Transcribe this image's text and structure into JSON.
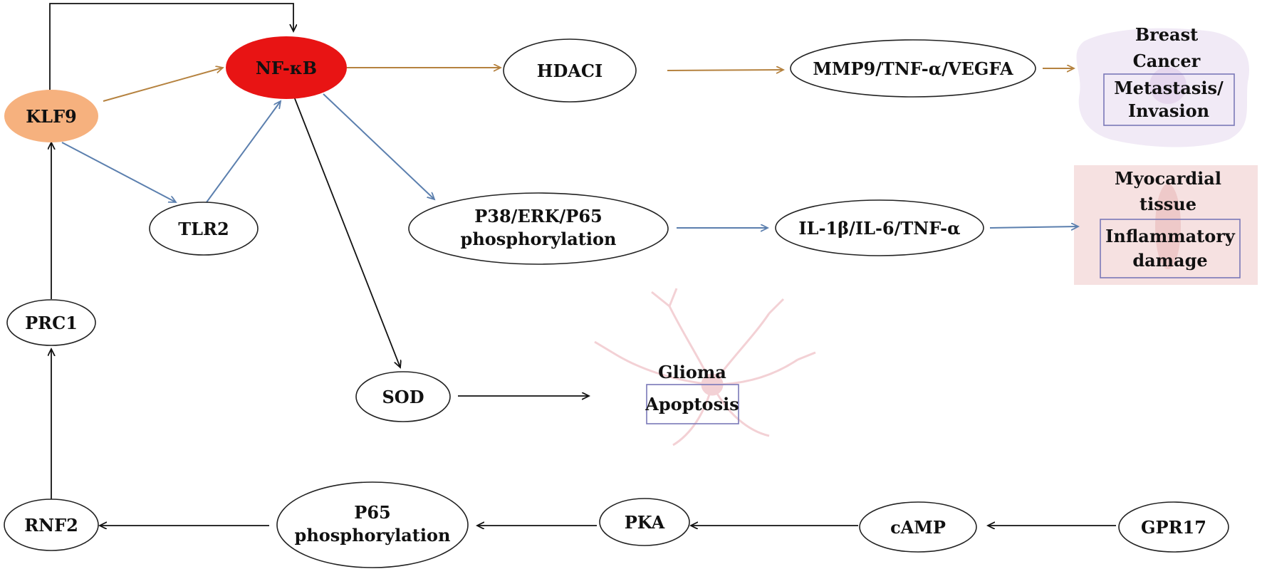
{
  "colors": {
    "brown_arrow": "#b5823f",
    "blue_arrow": "#5b7fae",
    "black_arrow": "#111111",
    "nfkb_fill": "#e81414",
    "klf9_fill": "#f6b17e",
    "outcome_box": "#7a78b8",
    "breast_bg": "#efe6f4",
    "myocardial_bg": "#f4dcdc",
    "glioma_cell": "#f2c9ce"
  },
  "nodes": {
    "klf9": "KLF9",
    "nfkb": "NF-κB",
    "hdaci": "HDACI",
    "mmp9": "MMP9/TNF-α/VEGFA",
    "tlr2": "TLR2",
    "p38_line1": "P38/ERK/P65",
    "p38_line2": "phosphorylation",
    "il": "IL-1β/IL-6/TNF-α",
    "prc1": "PRC1",
    "sod": "SOD",
    "rnf2": "RNF2",
    "p65_line1": "P65",
    "p65_line2": "phosphorylation",
    "pka": "PKA",
    "camp": "cAMP",
    "gpr17": "GPR17"
  },
  "outcomes": {
    "breast": {
      "line1": "Breast",
      "line2": "Cancer",
      "box_line1": "Metastasis/",
      "box_line2": "Invasion"
    },
    "myocardial": {
      "line1": "Myocardial",
      "line2": "tissue",
      "box_line1": "Inflammatory",
      "box_line2": "damage"
    },
    "glioma": {
      "line1": "Glioma",
      "box_line1": "Apoptosis"
    }
  }
}
